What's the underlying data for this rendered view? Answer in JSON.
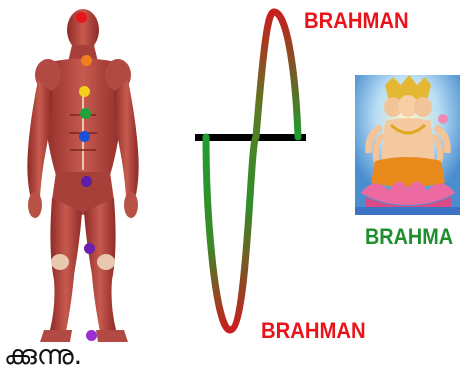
{
  "labels": {
    "brahman_top": "BRAHMAN",
    "brahman_bottom": "BRAHMAN",
    "brahma": "BRAHMA"
  },
  "caption": "ക്കുന്നു.",
  "chakras": [
    {
      "color": "#e8141a"
    },
    {
      "color": "#f07f1c"
    },
    {
      "color": "#f2d21a"
    },
    {
      "color": "#1fa33a"
    },
    {
      "color": "#1a4fd8"
    },
    {
      "color": "#5b1ea8"
    },
    {
      "color": "#6a1fb0"
    },
    {
      "color": "#9a2fd0"
    }
  ],
  "colors": {
    "wave_red": "#c81e1e",
    "wave_green": "#1e9e2e",
    "baseline": "#000000",
    "muscle": "#b8453f",
    "tendon": "#e8c9b0"
  },
  "icons": {
    "figure": "muscular-body-figure",
    "deity": "brahma-deity-image"
  }
}
